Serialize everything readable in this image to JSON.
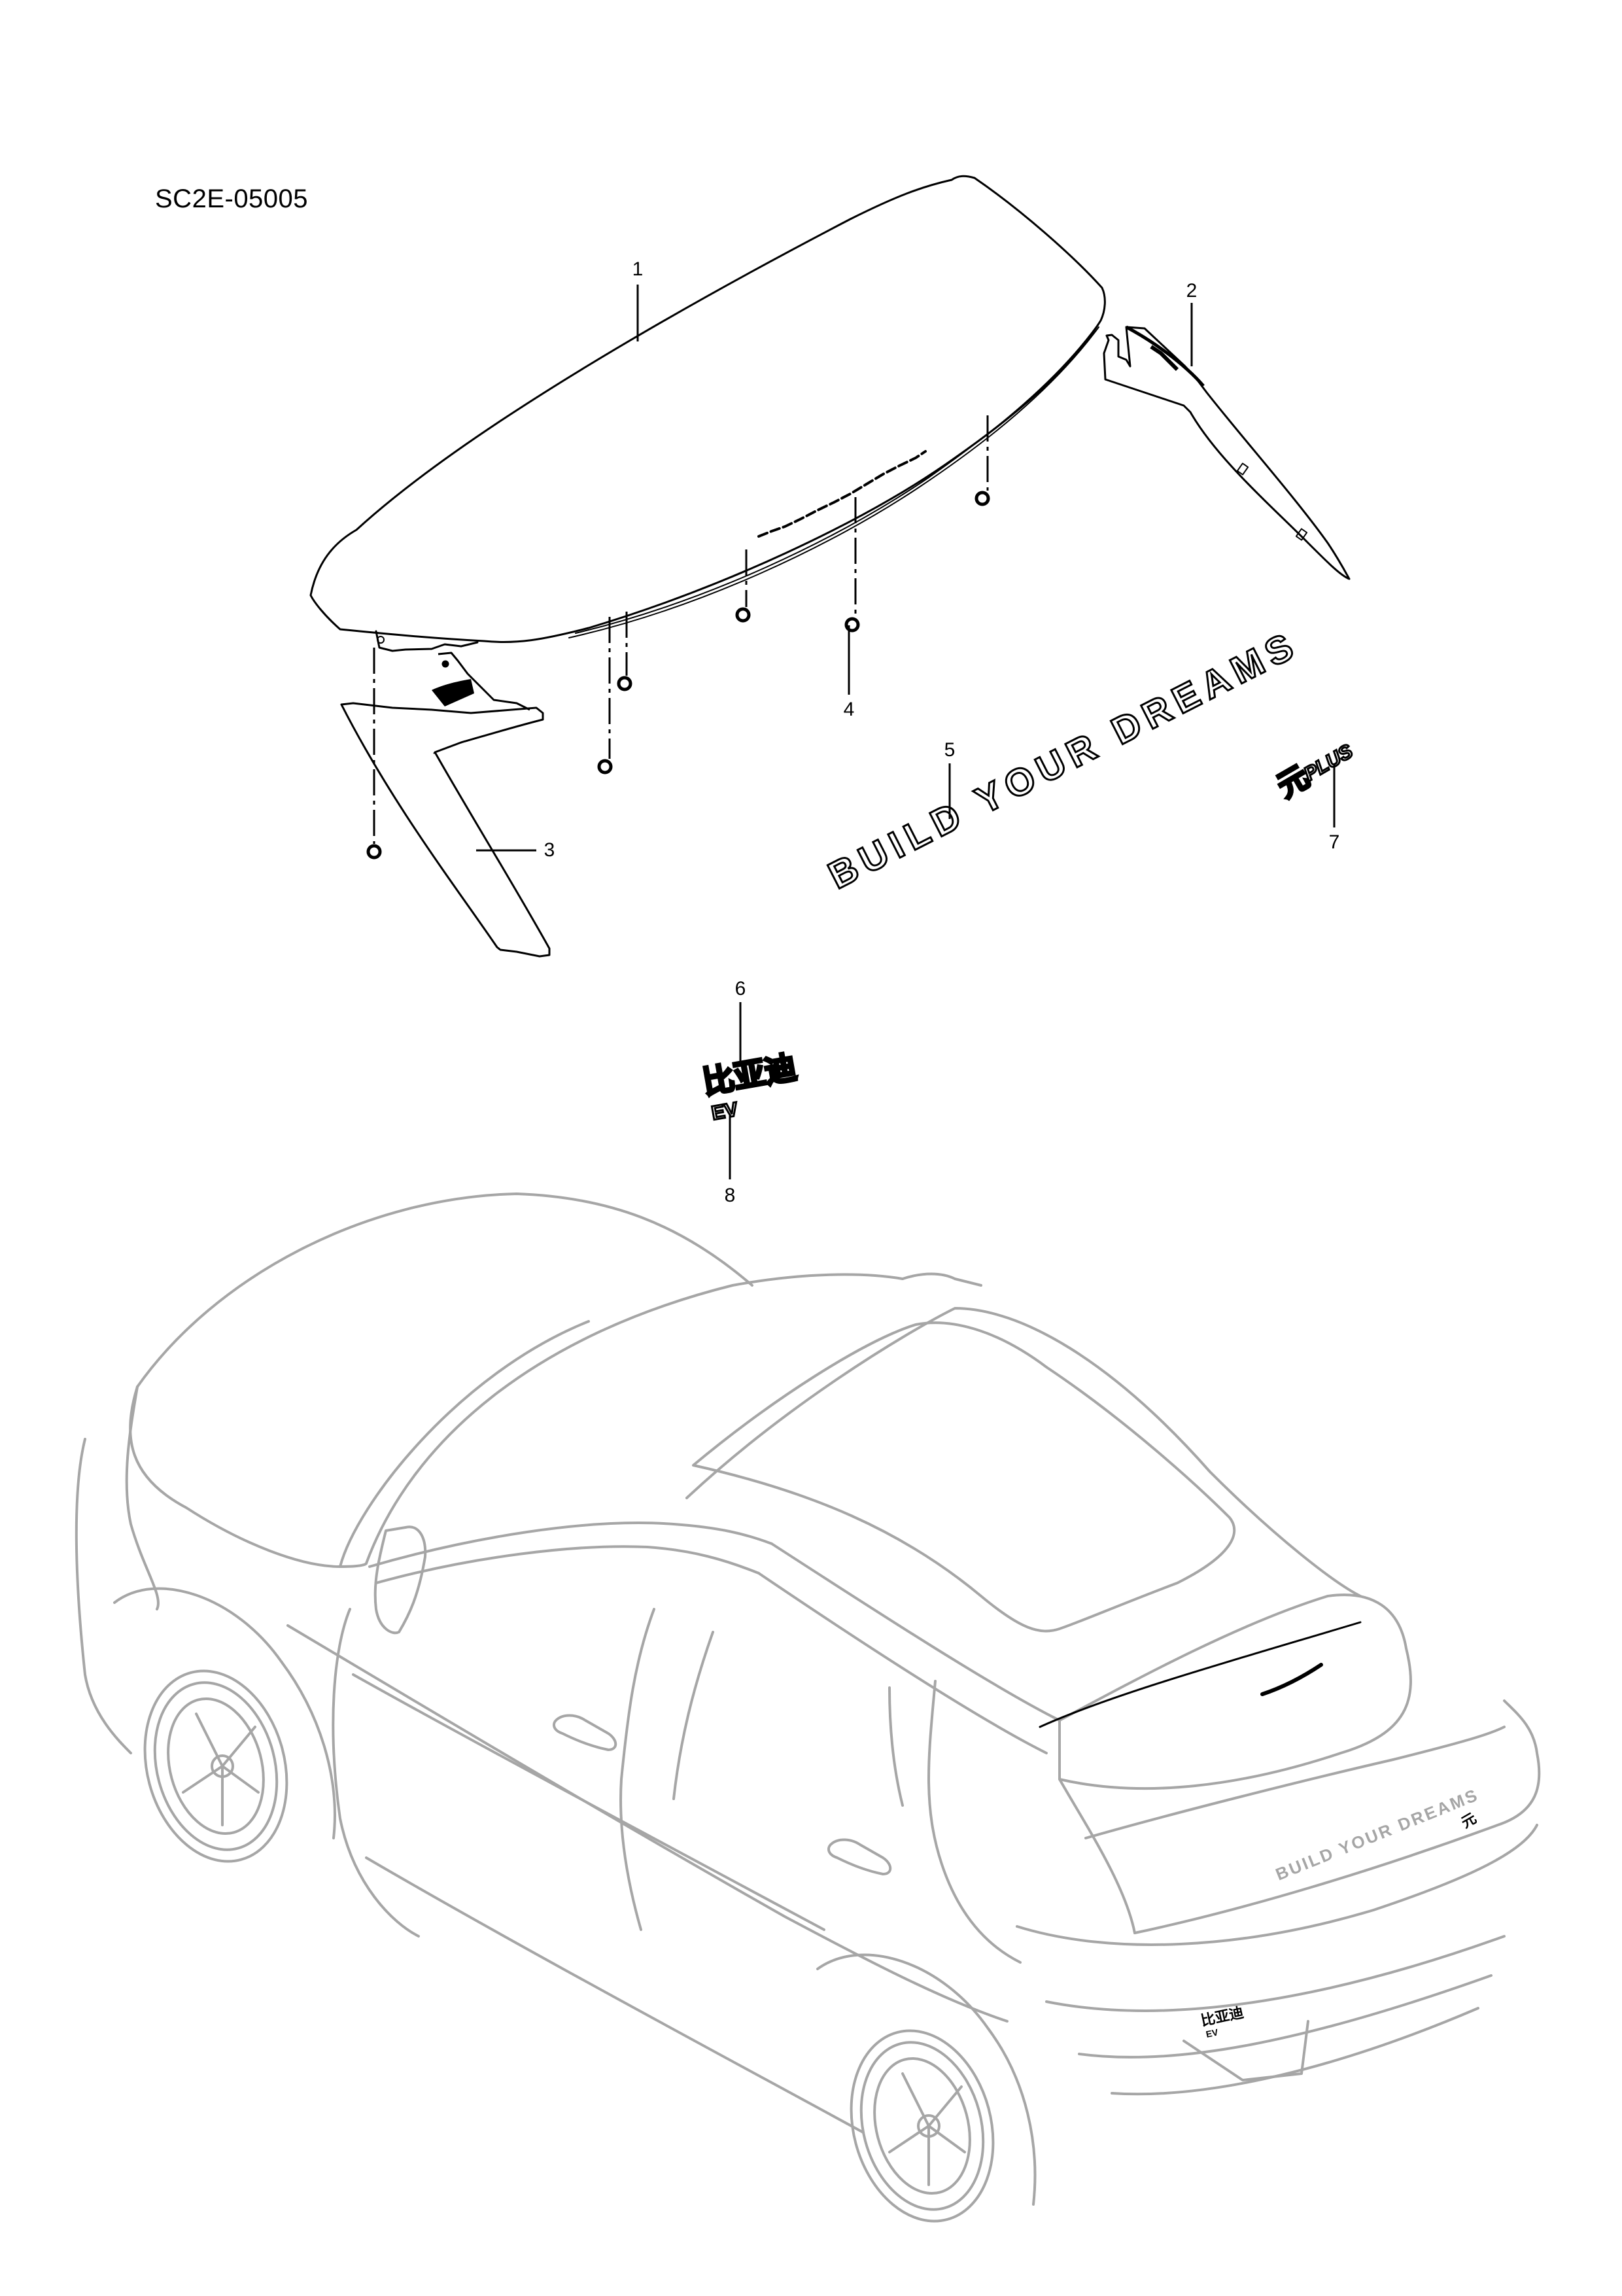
{
  "diagram": {
    "document_code": "SC2E-05005",
    "line_colors": {
      "parts": "#000000",
      "vehicle": "#a6a6a6"
    },
    "callouts": [
      {
        "number": "1",
        "part": "rear-spoiler"
      },
      {
        "number": "2",
        "part": "spoiler-side-trim-right"
      },
      {
        "number": "3",
        "part": "spoiler-side-trim-left"
      },
      {
        "number": "4",
        "part": "fastener-nut"
      },
      {
        "number": "5",
        "part": "emblem-build-your-dreams"
      },
      {
        "number": "6",
        "part": "emblem-byd-chinese"
      },
      {
        "number": "7",
        "part": "emblem-model-plus"
      },
      {
        "number": "8",
        "part": "emblem-ev"
      }
    ],
    "emblems": {
      "build_your_dreams": "BUILD YOUR DREAMS",
      "byd_chinese": "比亚迪",
      "ev": "EV",
      "model_plus_cn": "元",
      "model_plus_en": "PLUS"
    }
  }
}
